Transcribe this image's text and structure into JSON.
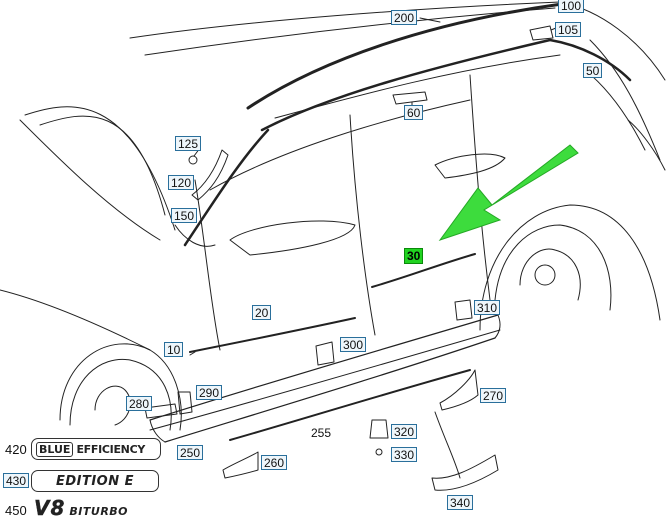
{
  "diagram": {
    "callouts": [
      {
        "id": "100",
        "label": "100"
      },
      {
        "id": "105",
        "label": "105"
      },
      {
        "id": "200",
        "label": "200"
      },
      {
        "id": "50",
        "label": "50"
      },
      {
        "id": "60",
        "label": "60"
      },
      {
        "id": "125",
        "label": "125"
      },
      {
        "id": "120",
        "label": "120"
      },
      {
        "id": "150",
        "label": "150"
      },
      {
        "id": "30",
        "label": "30",
        "highlight": true
      },
      {
        "id": "20",
        "label": "20"
      },
      {
        "id": "310",
        "label": "310"
      },
      {
        "id": "10",
        "label": "10"
      },
      {
        "id": "300",
        "label": "300"
      },
      {
        "id": "290",
        "label": "290"
      },
      {
        "id": "280",
        "label": "280"
      },
      {
        "id": "270",
        "label": "270"
      },
      {
        "id": "320",
        "label": "320"
      },
      {
        "id": "330",
        "label": "330"
      },
      {
        "id": "250",
        "label": "250"
      },
      {
        "id": "260",
        "label": "260"
      },
      {
        "id": "340",
        "label": "340"
      }
    ],
    "plain_labels": [
      {
        "id": "255",
        "label": "255"
      }
    ],
    "emblems": [
      {
        "id": "420",
        "number": "420",
        "word1": "BLUE",
        "word2": "EFFICIENCY"
      },
      {
        "id": "430",
        "number": "430",
        "text": "EDITION E"
      },
      {
        "id": "450",
        "number": "450",
        "big": "V8",
        "small": "BITURBO"
      }
    ],
    "colors": {
      "callout_border": "#2a6f9b",
      "callout_fill": "#eef6fb",
      "highlight": "#21d321",
      "arrow": "#3ddc3d",
      "line": "#111111"
    }
  }
}
